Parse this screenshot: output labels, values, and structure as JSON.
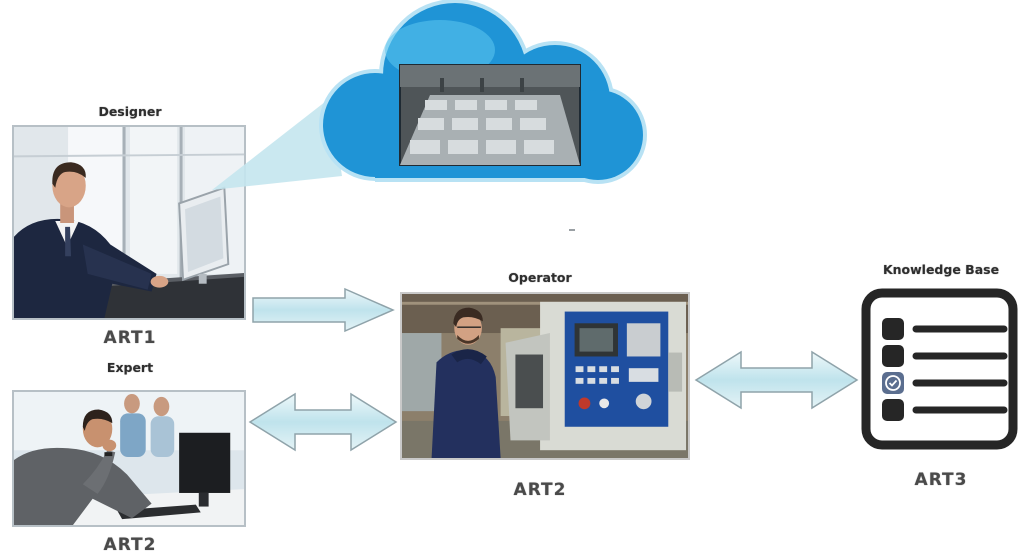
{
  "designer": {
    "title": "Designer",
    "tag": "ART1"
  },
  "expert": {
    "title": "Expert",
    "tag": "ART2"
  },
  "operator": {
    "title": "Operator",
    "tag": "ART2"
  },
  "knowledge_base": {
    "title": "Knowledge Base",
    "tag": "ART3"
  },
  "icons": {
    "cloud": "cloud-icon",
    "knowledge_base": "checklist-icon",
    "arrows": [
      "right-arrow-icon",
      "double-arrow-icon",
      "double-arrow-icon"
    ]
  },
  "checklist_checked": [
    false,
    false,
    true,
    false
  ],
  "colors": {
    "cloud": "#1f94d6",
    "cloud_light": "#4fc0ee",
    "arrow_fill": "#bfe3ec",
    "arrow_stroke": "#8fa3aa",
    "beam": "#c4e6ee",
    "icon_dark": "#262626",
    "checked_box": "#5b6e8f"
  }
}
